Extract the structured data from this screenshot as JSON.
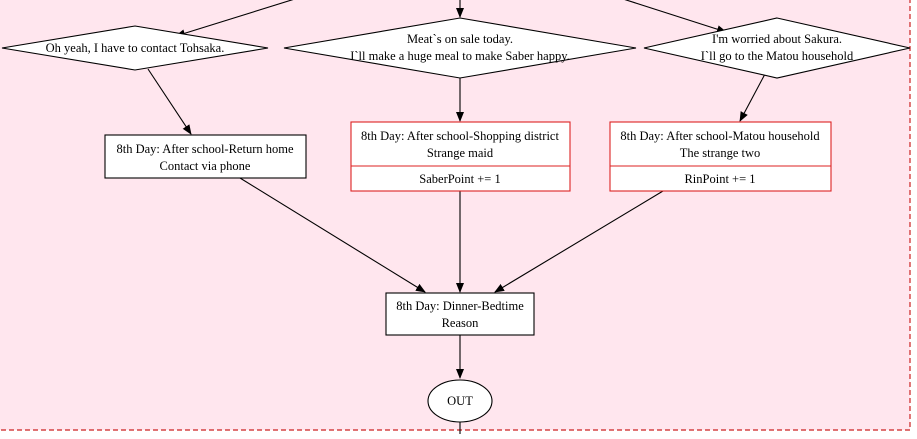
{
  "colors": {
    "background": "#ffe6ee",
    "cluster_border": "#cc2222",
    "node_border_plain": "#000000",
    "node_border_highlight": "#dd2222",
    "node_fill": "#ffffff"
  },
  "decisions": [
    {
      "lines": [
        "Oh yeah, I have to contact Tohsaka."
      ]
    },
    {
      "lines": [
        "Meat`s on sale today.",
        "I`ll make a huge meal to make Saber happy."
      ]
    },
    {
      "lines": [
        "I'm worried about Sakura.",
        "I`ll go to the Matou household"
      ]
    }
  ],
  "scenes": [
    {
      "lines": [
        "8th Day: After school-Return home",
        "Contact via phone"
      ]
    },
    {
      "lines": [
        "8th Day: After school-Shopping district",
        "Strange maid"
      ],
      "effect": "SaberPoint += 1"
    },
    {
      "lines": [
        "8th Day: After school-Matou household",
        "The strange two"
      ],
      "effect": "RinPoint += 1"
    },
    {
      "lines": [
        "8th Day: Dinner-Bedtime",
        "Reason"
      ]
    }
  ],
  "terminal": {
    "label": "OUT"
  }
}
